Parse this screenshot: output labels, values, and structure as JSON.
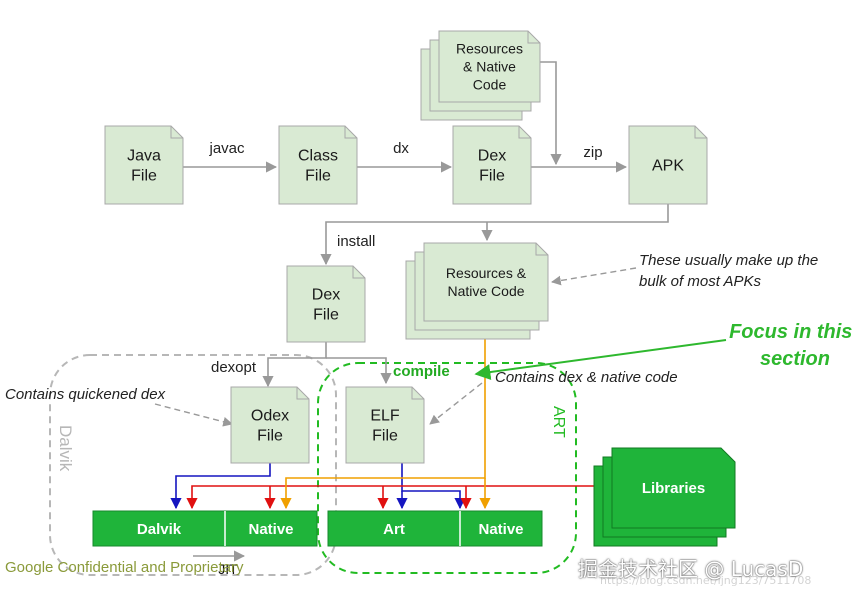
{
  "files": {
    "java": [
      "Java",
      "File"
    ],
    "class": [
      "Class",
      "File"
    ],
    "dex": [
      "Dex",
      "File"
    ],
    "apk": [
      "APK"
    ],
    "installed_dex": [
      "Dex",
      "File"
    ],
    "odex": [
      "Odex",
      "File"
    ],
    "elf": [
      "ELF",
      "File"
    ]
  },
  "stacks": {
    "resources_top": [
      "Resources",
      "& Native",
      "Code"
    ],
    "resources_mid": [
      "Resources &",
      "Native Code"
    ],
    "libraries": "Libraries"
  },
  "steps": {
    "javac": "javac",
    "dx": "dx",
    "zip": "zip",
    "install": "install",
    "dexopt": "dexopt",
    "compile": "compile",
    "jit": "JIT"
  },
  "notes": {
    "apk_bulk": [
      "These usually make up the",
      "bulk of most APKs"
    ],
    "focus": [
      "Focus in this",
      "section"
    ],
    "quickened": "Contains quickened dex",
    "dex_native": "Contains dex & native code"
  },
  "regions": {
    "dalvik": "Dalvik",
    "art": "ART"
  },
  "runtimes": {
    "dalvik": "Dalvik",
    "dalvik_native": "Native",
    "art": "Art",
    "art_native": "Native"
  },
  "footer": {
    "confidential": "Google Confidential and Proprietary",
    "watermark": "掘金技术社区 @ LucasD",
    "faint_url": "https://blog.csdn.net/ljng123/7511708"
  },
  "colors": {
    "doc_fill": "#d9ead3",
    "doc_border": "#a8a8a8",
    "runtime_fill": "#1fb43a",
    "dashed_gray": "#b7b7b7",
    "dashed_green": "#22bb22",
    "focus_green": "#2eb82e",
    "arrow_blue": "#1515c0",
    "arrow_red": "#e01010",
    "arrow_orange": "#f0a000",
    "footer_olive": "#8a9a3a"
  }
}
